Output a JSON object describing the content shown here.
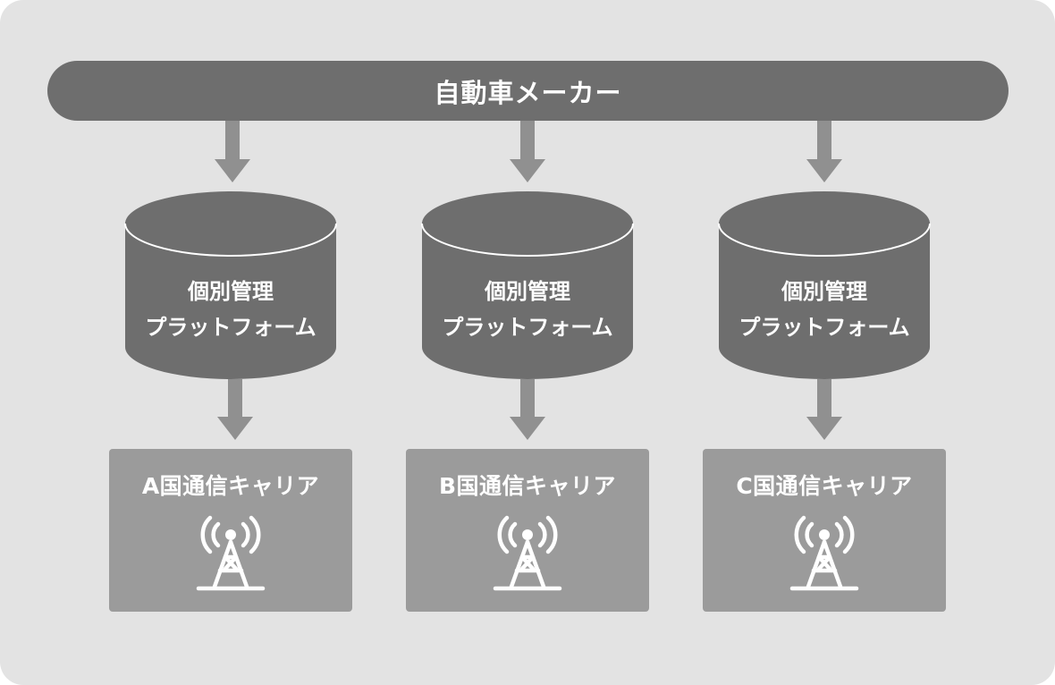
{
  "header": {
    "label": "自動車メーカー"
  },
  "platforms": [
    {
      "line1": "個別管理",
      "line2": "プラットフォーム"
    },
    {
      "line1": "個別管理",
      "line2": "プラットフォーム"
    },
    {
      "line1": "個別管理",
      "line2": "プラットフォーム"
    }
  ],
  "carriers": [
    {
      "label": "A国通信キャリア",
      "icon": "antenna-tower-icon"
    },
    {
      "label": "B国通信キャリア",
      "icon": "antenna-tower-icon"
    },
    {
      "label": "C国通信キャリア",
      "icon": "antenna-tower-icon"
    }
  ],
  "colors": {
    "background": "#e3e3e3",
    "header_fill": "#6e6e6e",
    "cylinder_fill": "#6e6e6e",
    "cylinder_outline": "#ffffff",
    "arrow": "#909090",
    "carrier_fill": "#9b9b9b",
    "text": "#ffffff"
  }
}
